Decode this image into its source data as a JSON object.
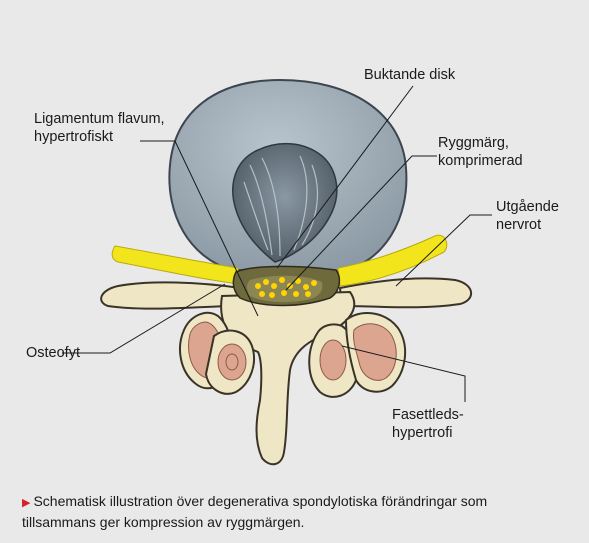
{
  "labels": {
    "buktande_disk": "Buktande disk",
    "ligamentum": [
      "Ligamentum flavum,",
      "hypertrofiskt"
    ],
    "ryggmarg": [
      "Ryggmärg,",
      "komprimerad"
    ],
    "nervrot": [
      "Utgående",
      "nervrot"
    ],
    "osteofyt": "Osteofyt",
    "fasettled": [
      "Fasettleds-",
      "hypertrofi"
    ]
  },
  "caption": {
    "marker": "▶",
    "line1": "Schematisk illustration över degenerativa spondylotiska förändringar som",
    "line2": "tillsammans ger kompression av ryggmärgen."
  },
  "colors": {
    "background": "#e9e9ea",
    "disk": "#9aa8b3",
    "disk_inner": "#5f6c77",
    "bone": "#efe6c6",
    "bone_outline": "#3a3326",
    "marrow": "#dca590",
    "nerve": "#f2e51b",
    "ligament": "#6e6a3e",
    "cord_dots": "#ffd400",
    "caption_marker": "#d2232a"
  }
}
